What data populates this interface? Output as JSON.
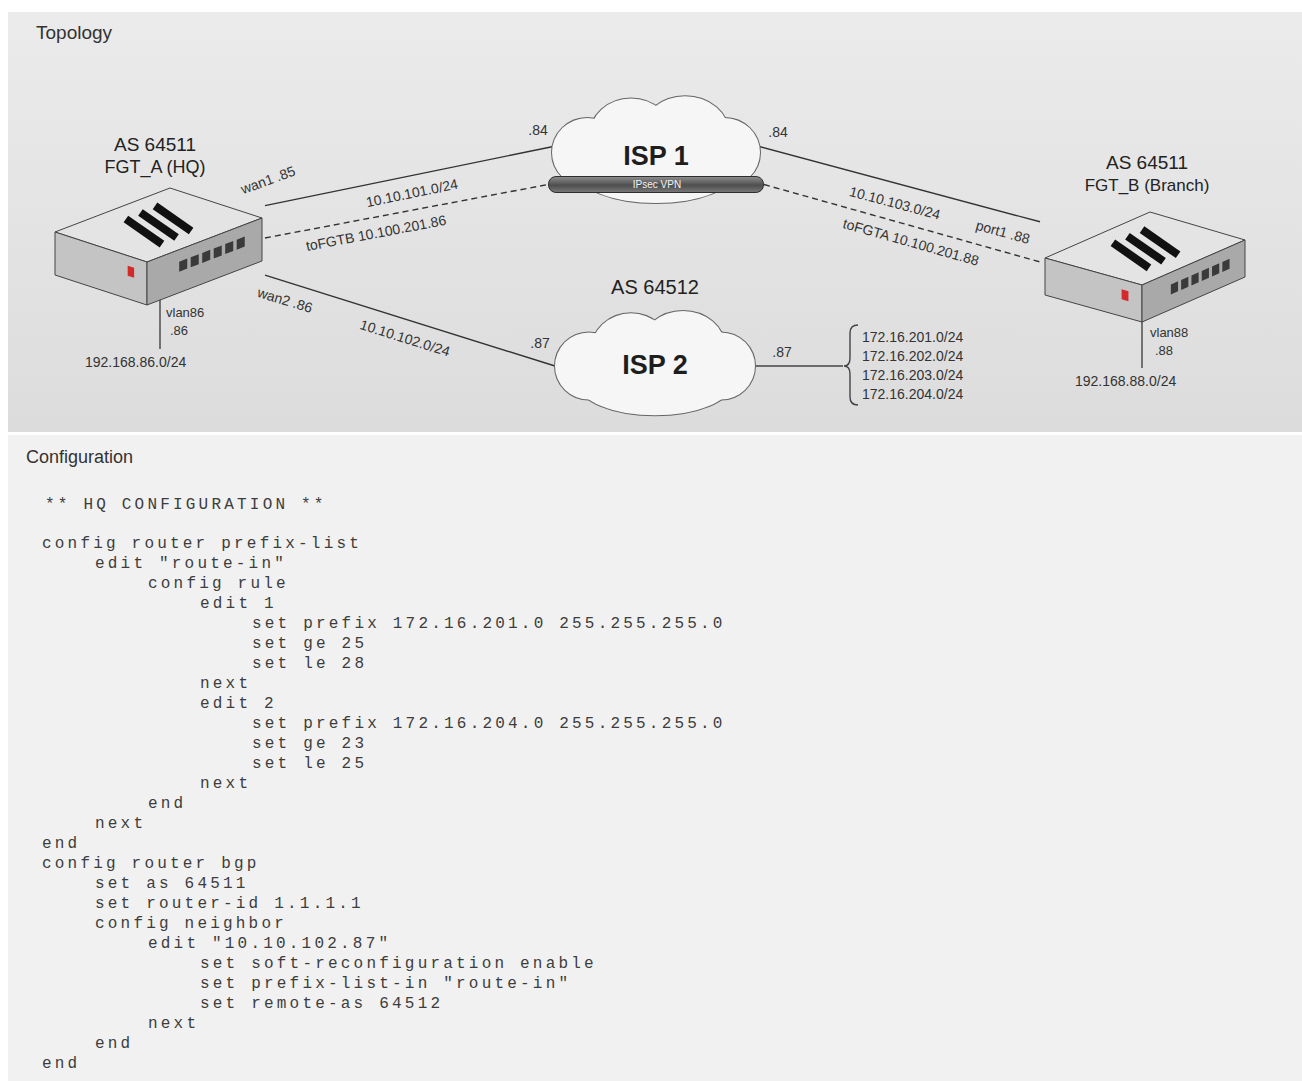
{
  "diagram": {
    "nodes": [
      {
        "text": [
          "Topology"
        ]
      },
      {
        "text": [
          "AS 64511",
          "FGT_A (HQ)"
        ],
        "in": 0
      },
      {
        "text": [
          "ISP 1"
        ],
        "in": 0
      },
      {
        "text": [
          "IPsec VPN"
        ],
        "in": 2
      },
      {
        "text": [
          "AS 64511",
          "FGT_B (Branch)"
        ],
        "in": 0
      },
      {
        "text": [
          "AS 64512",
          "ISP 2"
        ],
        "in": 0
      },
      {
        "text": [
          "Configuration"
        ]
      }
    ],
    "edges": [
      {
        "from": 1,
        "to": 2,
        "arrow": "none",
        "label": "10.10.101.0/24"
      },
      {
        "from": 1,
        "to": 3,
        "arrow": "none",
        "label": "toFGTB 10.100.201.86"
      },
      {
        "from": 3,
        "to": 4,
        "arrow": "none",
        "label": "toFGTA 10.100.201.88"
      },
      {
        "from": 2,
        "to": 4,
        "arrow": "none",
        "label": "10.10.103.0/24"
      },
      {
        "from": 1,
        "to": 5,
        "arrow": "none",
        "label": "10.10.102.0/24"
      }
    ],
    "labels": [
      "wan1 .85",
      ".84",
      ".84",
      "port1 .88",
      "wan2 .86",
      ".87",
      ".87",
      "vlan86",
      ".86",
      "192.168.86.0/24",
      "172.16.201.0/24",
      "172.16.202.0/24",
      "172.16.203.0/24",
      "172.16.204.0/24",
      "vlan88",
      ".88",
      "192.168.88.0/24",
      "** HQ CONFIGURATION **",
      "config router prefix-list",
      "edit \"route-in\"",
      "config rule",
      "edit 1",
      "set prefix 172.16.201.0 255.255.255.0",
      "set ge 25",
      "set le 28",
      "next",
      "edit 2",
      "set prefix 172.16.204.0 255.255.255.0",
      "set ge 23",
      "set le 25",
      "next",
      "end",
      "next",
      "end",
      "config router bgp",
      "set as 64511",
      "set router-id 1.1.1.1",
      "config neighbor",
      "edit \"10.10.102.87\"",
      "set soft-reconfiguration enable",
      "set prefix-list-in \"route-in\"",
      "set remote-as 64512",
      "next",
      "end",
      "end"
    ]
  }
}
